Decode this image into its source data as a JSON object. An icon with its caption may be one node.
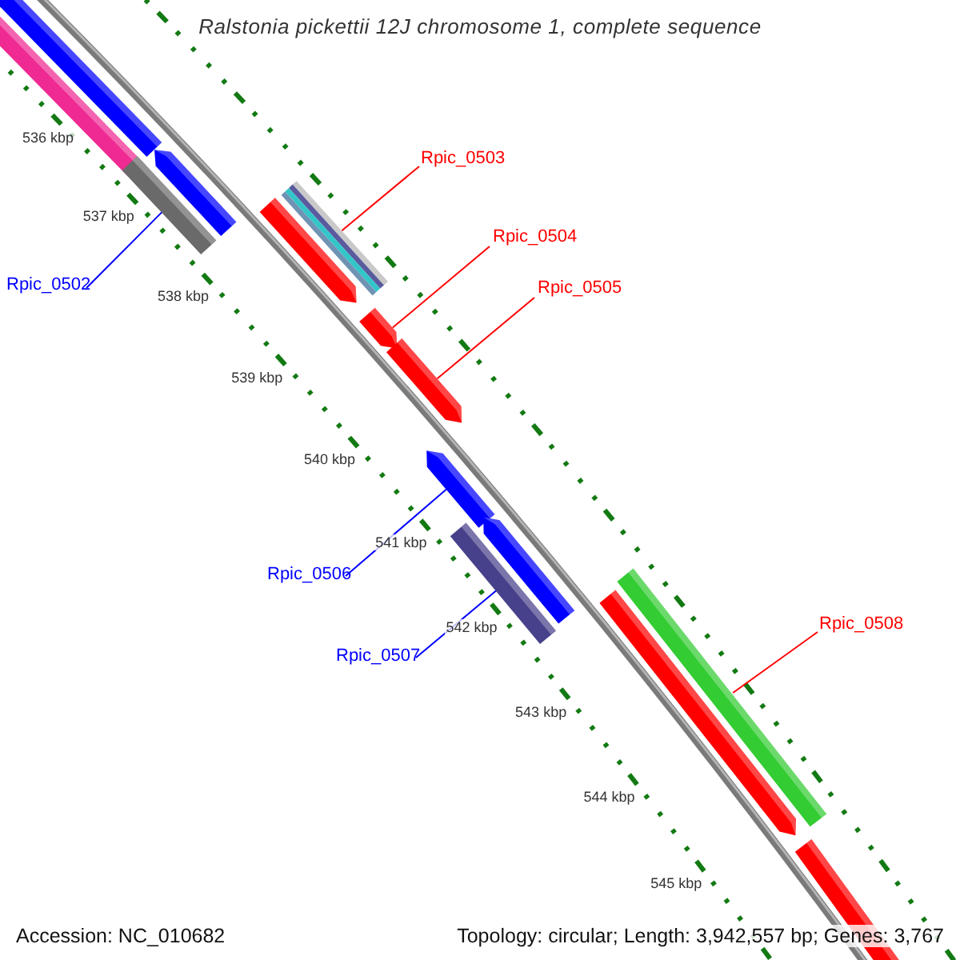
{
  "diagram": {
    "title": "Ralstonia pickettii 12J chromosome 1, complete sequence",
    "nodes": [
      {
        "text": [
          "Rpic_0503"
        ]
      },
      {
        "text": [
          "Rpic_0504"
        ]
      },
      {
        "text": [
          "Rpic_0502"
        ]
      },
      {
        "text": [
          "Rpic_0505"
        ]
      },
      {
        "text": [
          "Rpic_0506"
        ]
      },
      {
        "text": [
          "Rpic_0508"
        ]
      },
      {
        "text": [
          "Rpic_0507"
        ]
      },
      {
        "text": [],
        "shape": "bar"
      },
      {
        "text": [],
        "shape": "bar"
      },
      {
        "text": [],
        "shape": "bar"
      },
      {
        "text": [],
        "shape": "bar"
      },
      {
        "text": [],
        "shape": "bar"
      },
      {
        "text": [],
        "shape": "bar"
      },
      {
        "text": [],
        "shape": "bar"
      }
    ],
    "edges": [
      {
        "from": 0,
        "to": 8,
        "arrow": "none"
      },
      {
        "from": 1,
        "to": 9,
        "arrow": "none"
      },
      {
        "from": 2,
        "to": 7,
        "arrow": "none",
        "color": "#0000ff"
      },
      {
        "from": 3,
        "to": 10,
        "arrow": "none"
      },
      {
        "from": 4,
        "to": 11,
        "arrow": "none",
        "color": "#0000ff"
      },
      {
        "from": 5,
        "to": 13,
        "arrow": "none"
      },
      {
        "from": 6,
        "to": 12,
        "arrow": "none",
        "color": "#0000ff"
      }
    ],
    "labels": [
      "536 kbp",
      "537 kbp",
      "538 kbp",
      "539 kbp",
      "540 kbp",
      "541 kbp",
      "542 kbp",
      "543 kbp",
      "544 kbp",
      "545 kbp",
      "Accession: NC_010682",
      "Topology: circular; Length: 3,942,557 bp; Genes: 3,767"
    ]
  }
}
